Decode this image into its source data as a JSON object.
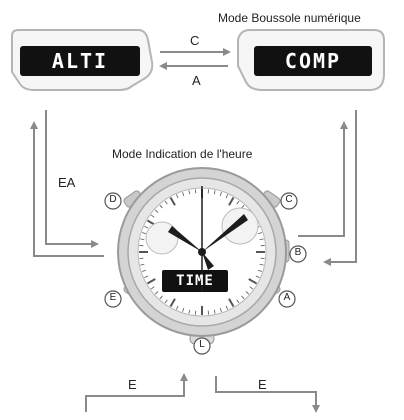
{
  "labels": {
    "mode_compass": "Mode Boussole numérique",
    "mode_time": "Mode Indication de l'heure",
    "arrow_c": "C",
    "arrow_a": "A",
    "arrow_ea": "EA",
    "arrow_e_left": "E",
    "arrow_e_right": "E"
  },
  "displays": {
    "alti": "ALTI",
    "comp": "COMP",
    "time": "TIME"
  },
  "buttons": {
    "d": "D",
    "c": "C",
    "b": "B",
    "e": "E",
    "a": "A",
    "l": "L"
  },
  "colors": {
    "arrow": "#8a8a8a",
    "panel_border": "#b5b5b5",
    "lcd": "#111111",
    "hand": "#1c1c1c"
  }
}
